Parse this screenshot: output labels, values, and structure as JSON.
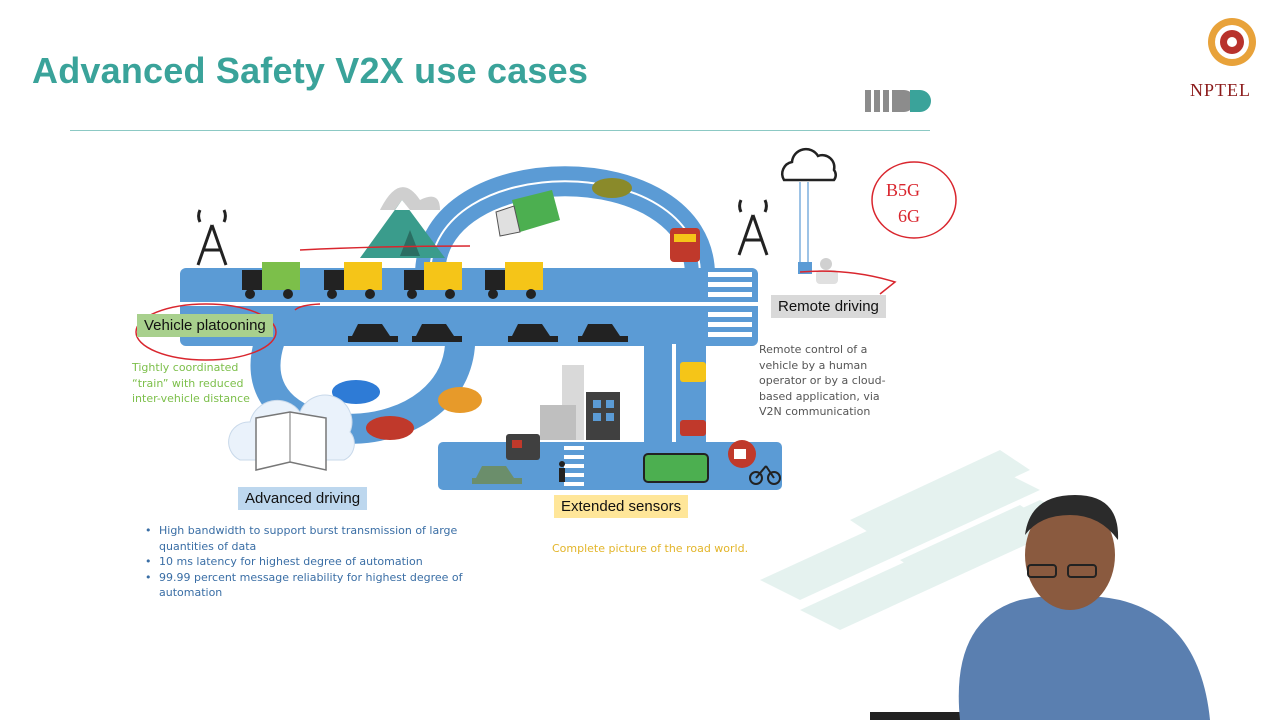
{
  "slide": {
    "title": "Advanced Safety V2X use cases",
    "logo_text": "NPTEL",
    "labels": {
      "platooning": "Vehicle platooning",
      "remote": "Remote driving",
      "advanced": "Advanced driving",
      "extended": "Extended sensors"
    },
    "descriptions": {
      "platooning": "Tightly coordinated “train” with  reduced inter-vehicle distance",
      "remote": "Remote control of a vehicle by a human operator or by a cloud-based application, via V2N communication",
      "extended": "Complete picture of the road world."
    },
    "advanced_bullets": [
      "High bandwidth to support burst transmission of large quantities of data",
      "10 ms latency for highest degree of automation",
      "99.99 percent message reliability for highest degree of automation"
    ],
    "annotation": {
      "line1": "B5G",
      "line2": "6G"
    }
  },
  "colors": {
    "title": "#3aa39a",
    "road": "#5b9bd5",
    "platoon_label": "#a8d08d",
    "advanced_label": "#bdd7ee",
    "extended_label": "#ffe699",
    "annotation_ink": "#d9262e"
  }
}
